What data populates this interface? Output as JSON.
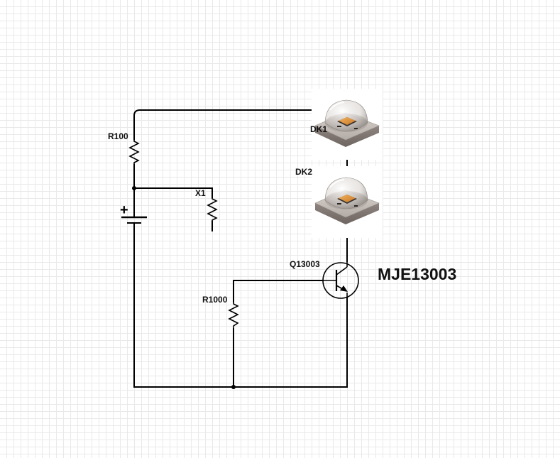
{
  "labels": {
    "r100": "R100",
    "x1": "X1",
    "dk1": "DK1",
    "dk2": "DK2",
    "q": "Q13003",
    "r1000": "R1000",
    "part": "MJE13003",
    "plus": "+"
  },
  "colors": {
    "wire": "#000000",
    "grid": "#e9e9e9",
    "led_body": "#bfb8b2",
    "led_chip": "#e39a3a"
  },
  "icons": [
    "resistor-icon",
    "battery-icon",
    "led-icon",
    "npn-transistor-icon",
    "junction-dot-icon"
  ]
}
